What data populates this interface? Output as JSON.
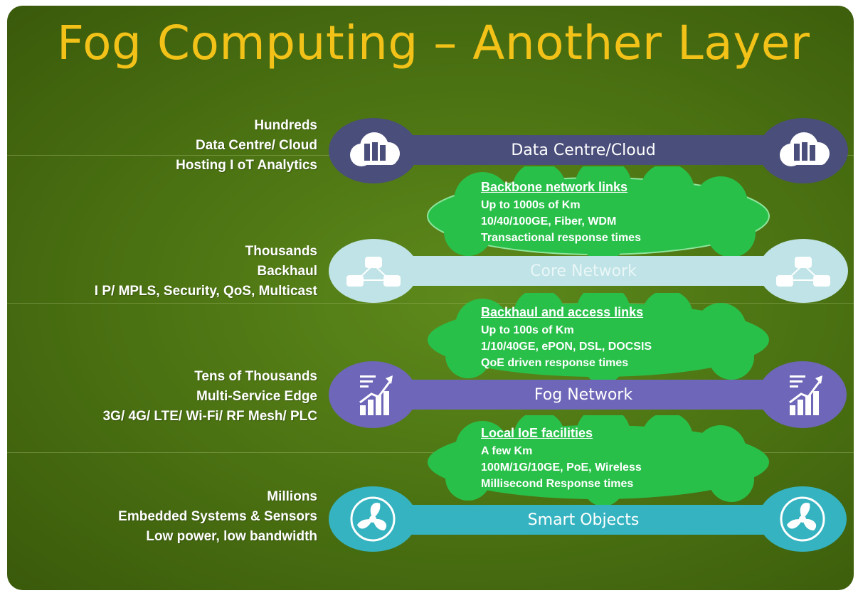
{
  "title": "Fog Computing – Another Layer",
  "colors": {
    "background": "#4d7513",
    "title": "#f2c218",
    "cloud_band": "#4a4e7a",
    "core_band": "#bfe3e6",
    "fog_band": "#6e66b8",
    "smart_band": "#35b3c0",
    "green_cloud": "#29c04a"
  },
  "tiers": [
    {
      "left_label": [
        "Hundreds",
        "Data Centre/ Cloud",
        "Hosting I oT Analytics"
      ],
      "band_label": "Data Centre/Cloud",
      "icon": "server-cloud-icon"
    },
    {
      "left_label": [
        "Thousands",
        "Backhaul",
        "I P/ MPLS, Security, QoS, Multicast"
      ],
      "band_label": "Core Network",
      "icon": "network-nodes-icon"
    },
    {
      "left_label": [
        "Tens of Thousands",
        "Multi-Service Edge",
        "3G/ 4G/ LTE/ Wi-Fi/ RF Mesh/ PLC"
      ],
      "band_label": "Fog Network",
      "icon": "growth-chart-icon"
    },
    {
      "left_label": [
        "Millions",
        "Embedded Systems & Sensors",
        "Low power, low bandwidth"
      ],
      "band_label": "Smart Objects",
      "icon": "fan-icon"
    }
  ],
  "links": [
    {
      "heading": "Backbone network links",
      "lines": [
        "Up to 1000s of Km",
        "10/40/100GE, Fiber, WDM",
        "Transactional response times"
      ]
    },
    {
      "heading": "Backhaul and access links",
      "lines": [
        "Up to 100s of Km",
        "1/10/40GE, ePON, DSL, DOCSIS",
        "QoE driven response times"
      ]
    },
    {
      "heading": "Local IoE facilities",
      "lines": [
        "A few Km",
        "100M/1G/10GE, PoE, Wireless",
        "Millisecond Response times"
      ]
    }
  ]
}
